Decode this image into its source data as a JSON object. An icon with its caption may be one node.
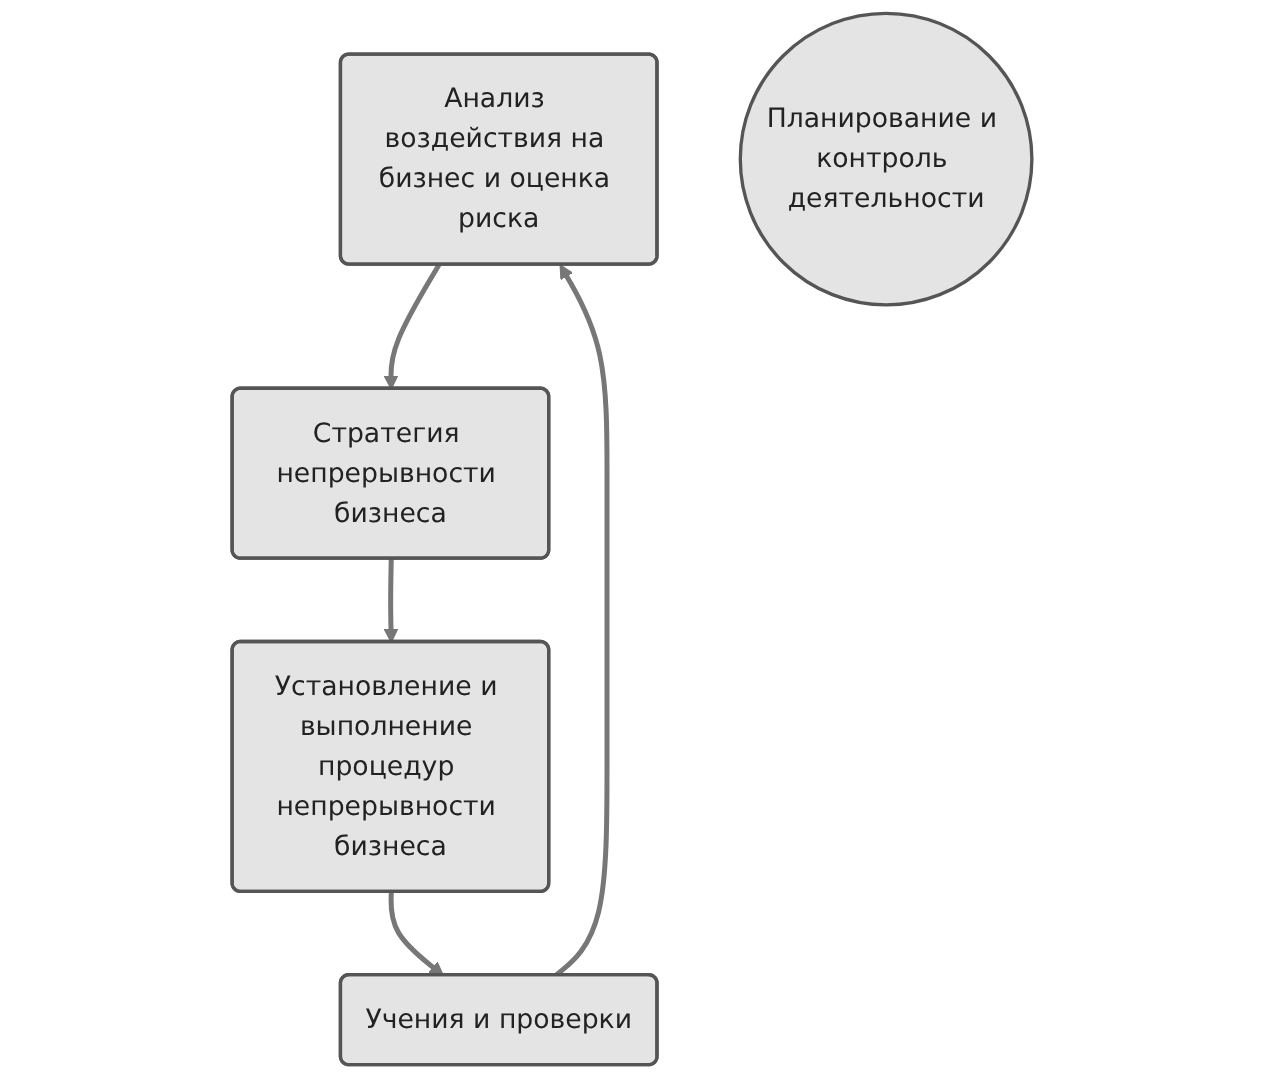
{
  "diagram": {
    "nodes": [
      {
        "text": [
          "Анализ воздействия на бизнес и оценка риска"
        ]
      },
      {
        "text": [
          "Стратегия непрерывности бизнеса"
        ]
      },
      {
        "text": [
          "Установление и выполнение процедур непрерывности бизнеса"
        ]
      },
      {
        "text": [
          "Учения и проверки"
        ]
      },
      {
        "text": [
          "Планирование и контроль деятельности"
        ]
      }
    ],
    "edges": [
      {
        "from": 0,
        "to": 1,
        "arrow": "to"
      },
      {
        "from": 1,
        "to": 2,
        "arrow": "to"
      },
      {
        "from": 2,
        "to": 3,
        "arrow": "to"
      },
      {
        "from": 3,
        "to": 0,
        "arrow": "to"
      }
    ]
  }
}
